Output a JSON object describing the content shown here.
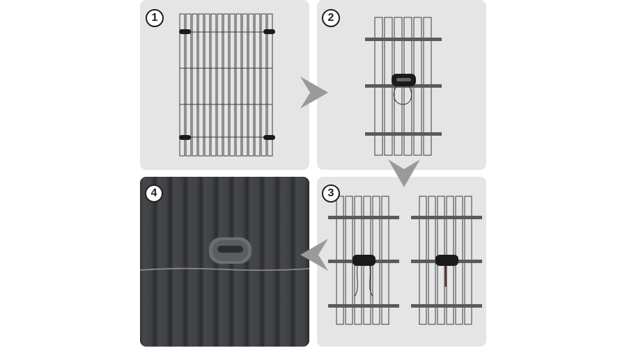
{
  "steps": [
    {
      "number": "1"
    },
    {
      "number": "2"
    },
    {
      "number": "3"
    },
    {
      "number": "4"
    }
  ],
  "colors": {
    "panel_bg": "#e5e5e5",
    "fence_dark": "#3f4144",
    "bar_gray": "#5a5a5a",
    "arrow_gray": "#9a9a9a",
    "clip": "#1a1a1a"
  }
}
